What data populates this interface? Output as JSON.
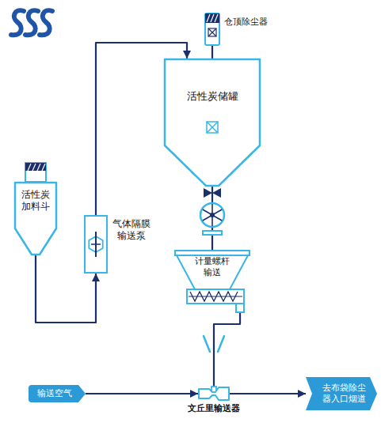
{
  "diagram": {
    "nodes": [
      {
        "text": [
          "仓顶除尘器"
        ]
      },
      {
        "text": [
          "活性炭储罐"
        ]
      },
      {
        "text": [
          "活性炭 加料斗"
        ]
      },
      {
        "text": [
          "气体隔膜 输送泵"
        ]
      },
      {
        "text": [
          "计量螺杆 输送"
        ]
      },
      {
        "text": [
          "输送空气"
        ]
      },
      {
        "text": [
          "文丘里输送器"
        ]
      },
      {
        "text": [
          "去布袋除尘 器入口烟道"
        ]
      }
    ],
    "edges": [
      {
        "from": 2,
        "to": 3,
        "arrow": "to"
      },
      {
        "from": 3,
        "to": 1,
        "arrow": "to"
      },
      {
        "from": 1,
        "to": 0,
        "arrow": "none"
      },
      {
        "from": 1,
        "to": 4,
        "arrow": "none"
      },
      {
        "from": 4,
        "to": 6,
        "arrow": "none"
      },
      {
        "from": 5,
        "to": 6,
        "arrow": "to"
      },
      {
        "from": 6,
        "to": 7,
        "arrow": "to"
      }
    ]
  }
}
